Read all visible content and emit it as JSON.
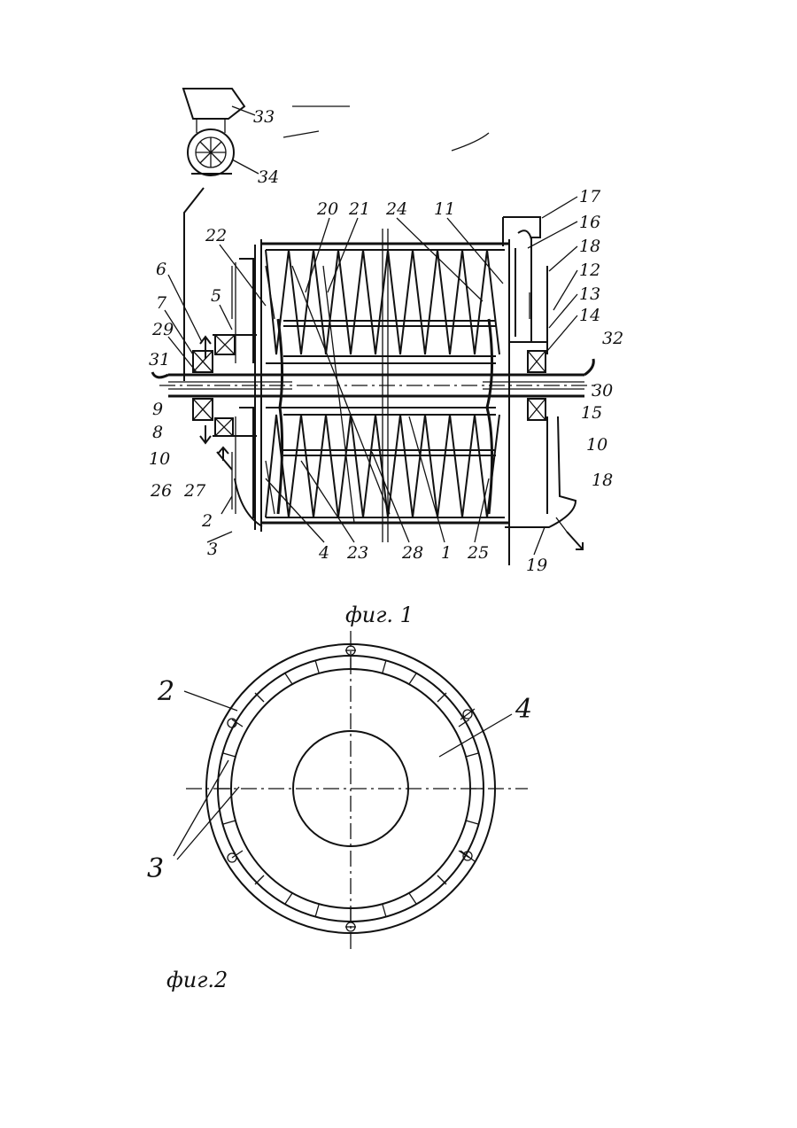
{
  "figures": [
    {
      "caption": "фиг. 1",
      "labels": [
        "33",
        "34",
        "20",
        "21",
        "24",
        "11",
        "17",
        "16",
        "18",
        "12",
        "13",
        "14",
        "32",
        "30",
        "15",
        "10",
        "18",
        "19",
        "22",
        "6",
        "5",
        "7",
        "29",
        "31",
        "9",
        "8",
        "10",
        "26",
        "27",
        "2",
        "3",
        "4",
        "23",
        "28",
        "1",
        "25"
      ]
    },
    {
      "caption": "фиг.2",
      "labels": [
        "2",
        "4",
        "3"
      ]
    }
  ]
}
